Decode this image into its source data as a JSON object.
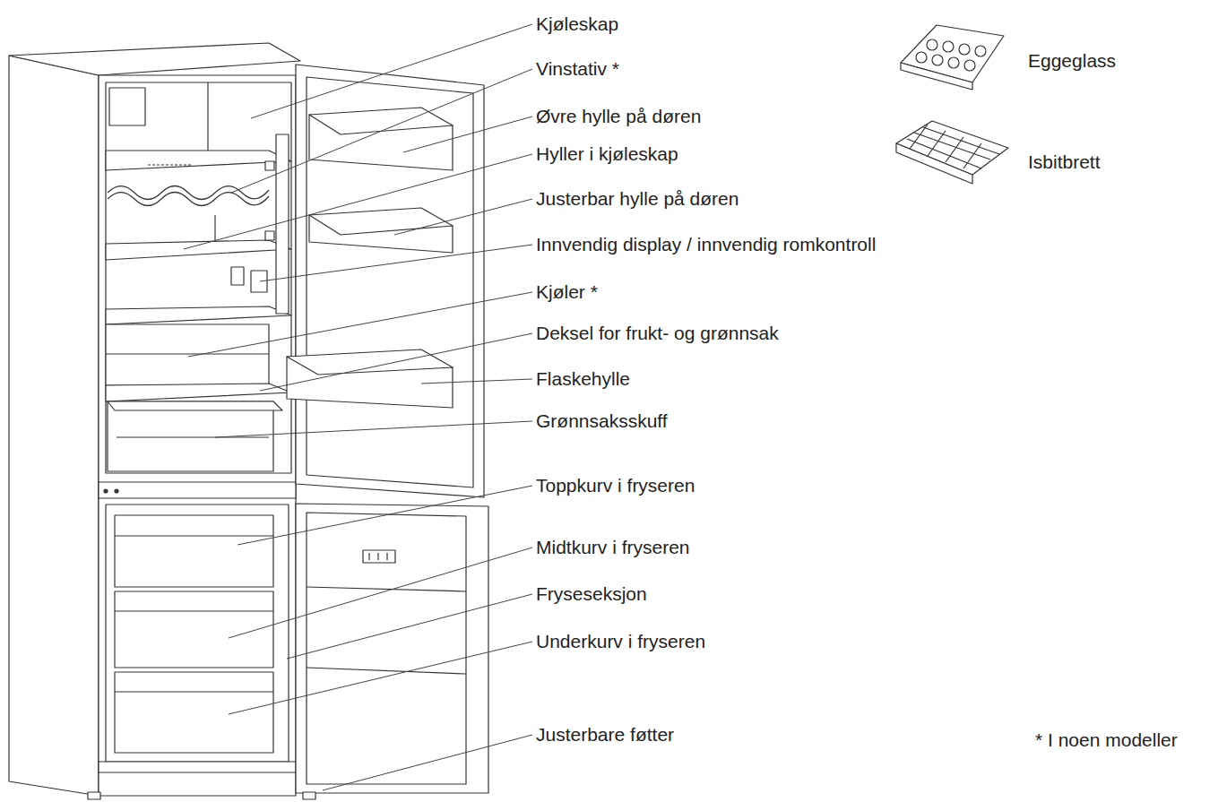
{
  "diagram": {
    "labels": [
      "Kjøleskap",
      "Vinstativ *",
      "Øvre hylle på døren",
      "Hyller i kjøleskap",
      "Justerbar hylle på døren",
      "Innvendig display / innvendig romkontroll",
      "Kjøler *",
      "Deksel for frukt- og grønnsak",
      "Flaskehylle",
      "Grønnsaksskuff",
      "Toppkurv i fryseren",
      "Midtkurv i fryseren",
      "Fryseseksjon",
      "Underkurv i fryseren",
      "Justerbare føtter",
      "Eggeglass",
      "Isbitbrett",
      "* I noen modeller"
    ]
  }
}
